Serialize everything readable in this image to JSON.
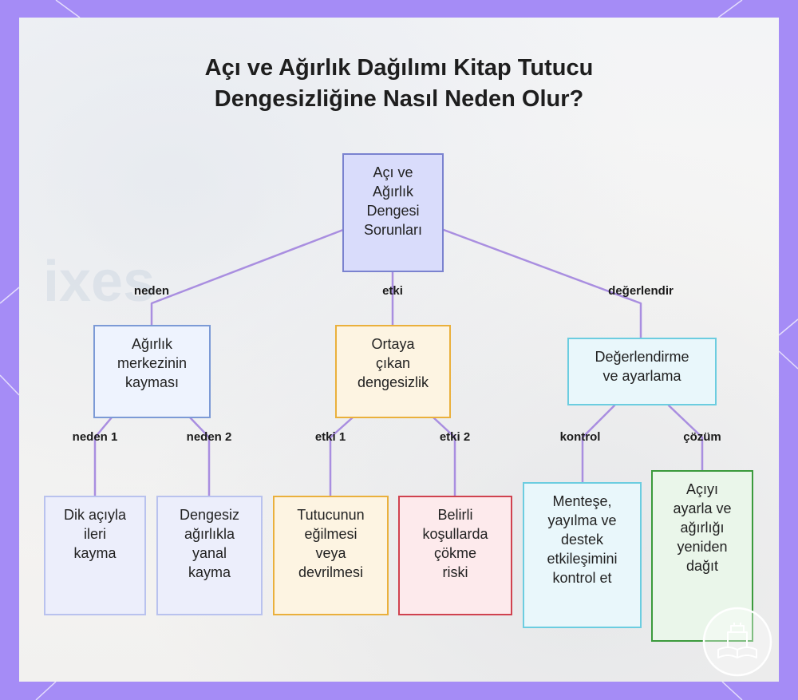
{
  "title": {
    "line1": "Açı ve Ağırlık Dağılımı Kitap Tutucu",
    "line2": "Dengesizliğine Nasıl Neden Olur?"
  },
  "background_word": "ixes",
  "nodes": {
    "root": [
      "Açı ve",
      "Ağırlık",
      "Dengesi",
      "Sorunları"
    ],
    "weight_shift": [
      "Ağırlık",
      "merkezinin",
      "kayması"
    ],
    "imbalance": [
      "Ortaya",
      "çıkan",
      "dengesizlik"
    ],
    "evaluate": [
      "Değerlendirme",
      "ve ayarlama"
    ],
    "slide_forward": [
      "Dik açıyla",
      "ileri",
      "kayma"
    ],
    "slide_sideways": [
      "Dengesiz",
      "ağırlıkla",
      "yanal",
      "kayma"
    ],
    "tip_over": [
      "Tutucunun",
      "eğilmesi",
      "veya",
      "devrilmesi"
    ],
    "collapse": [
      "Belirli",
      "koşullarda",
      "çökme",
      "riski"
    ],
    "check": [
      "Menteşe,",
      "yayılma ve",
      "destek",
      "etkileşimini",
      "kontrol et"
    ],
    "adjust": [
      "Açıyı",
      "ayarla ve",
      "ağırlığı",
      "yeniden",
      "dağıt"
    ]
  },
  "edge_labels": {
    "neden": "neden",
    "etki": "etki",
    "degerlendir": "değerlendir",
    "neden1": "neden 1",
    "neden2": "neden 2",
    "etki1": "etki 1",
    "etki2": "etki 2",
    "kontrol": "kontrol",
    "cozum": "çözüm"
  },
  "colors": {
    "frame": "#a58cf6",
    "edge": "#a98ee0",
    "root_fill": "#d9dcfb",
    "root_border": "#7a82cf",
    "blue_fill": "#eef3fe",
    "blue_border": "#7c9ad6",
    "orange_fill": "#fdf4e2",
    "orange_border": "#eab03c",
    "cyan_fill": "#e9f7fb",
    "cyan_border": "#6ccde0",
    "lav_fill": "#eceefb",
    "lav_border": "#b9c2ee",
    "red_fill": "#fdeaec",
    "red_border": "#d0424f",
    "green_fill": "#eaf6ea",
    "green_border": "#3b9a3c"
  }
}
